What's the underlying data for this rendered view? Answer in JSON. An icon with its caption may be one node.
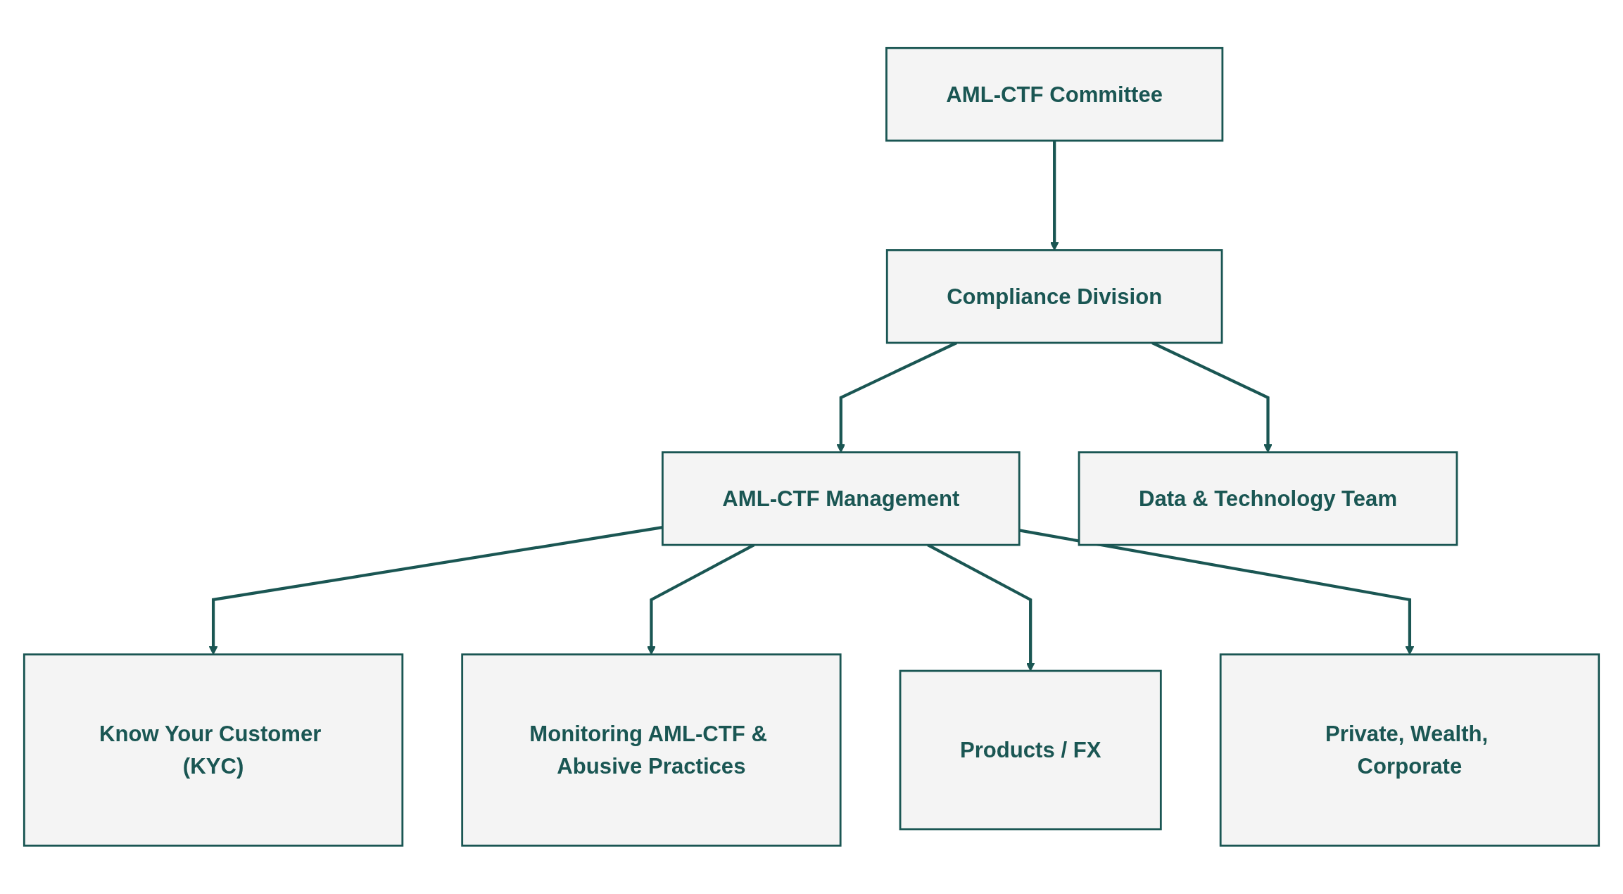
{
  "diagram": {
    "nodes": [
      {
        "text": [
          "AML-CTF Committee"
        ]
      },
      {
        "text": [
          "Compliance Division"
        ]
      },
      {
        "text": [
          "AML-CTF Management"
        ]
      },
      {
        "text": [
          "Data & Technology Team"
        ]
      },
      {
        "text": [
          "Know Your Customer (KYC)"
        ]
      },
      {
        "text": [
          "Monitoring AML-CTF & Abusive Practices"
        ]
      },
      {
        "text": [
          "Products / FX"
        ]
      },
      {
        "text": [
          "Private, Wealth, Corporate"
        ]
      }
    ],
    "edges": [
      {
        "from": 0,
        "to": 1,
        "arrow": "to"
      },
      {
        "from": 1,
        "to": 2,
        "arrow": "to"
      },
      {
        "from": 1,
        "to": 3,
        "arrow": "to"
      },
      {
        "from": 2,
        "to": 4,
        "arrow": "to"
      },
      {
        "from": 2,
        "to": 5,
        "arrow": "to"
      },
      {
        "from": 2,
        "to": 6,
        "arrow": "to"
      },
      {
        "from": 2,
        "to": 7,
        "arrow": "to"
      }
    ]
  }
}
